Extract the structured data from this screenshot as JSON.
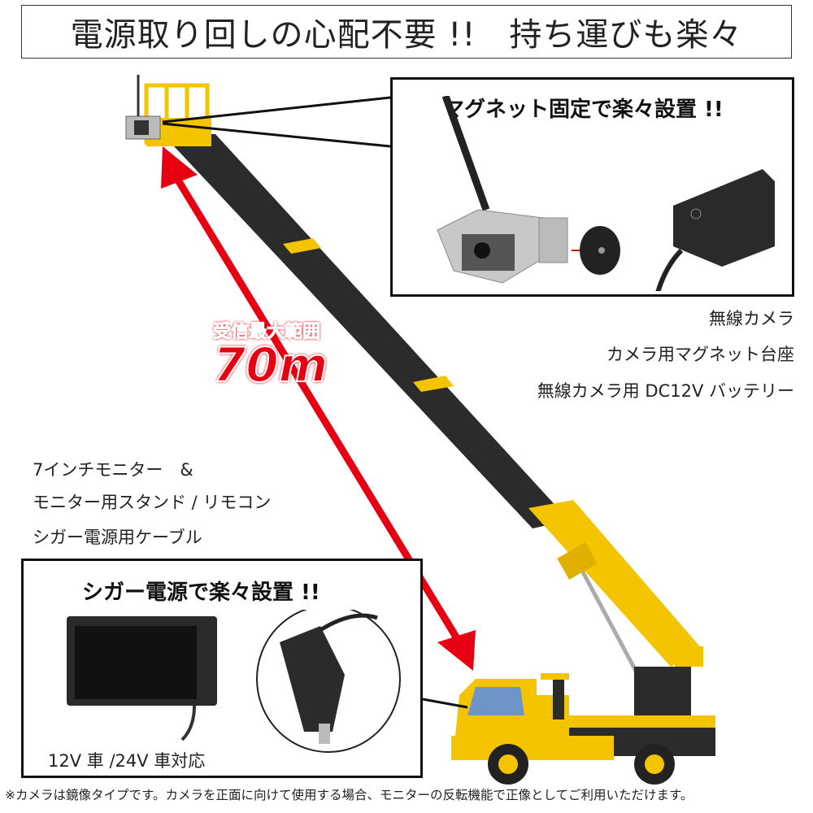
{
  "title": "電源取り回しの心配不要 !!　持ち運びも楽々",
  "camera_box": {
    "heading": "マグネット固定で楽々設置 !!"
  },
  "camera_items": [
    "無線カメラ",
    "カメラ用マグネット台座",
    "無線カメラ用 DC12V バッテリー"
  ],
  "range": {
    "label": "受信最大範囲",
    "value": "70m"
  },
  "monitor_items": [
    "7インチモニター　&",
    "モニター用スタンド / リモコン",
    "シガー電源用ケーブル"
  ],
  "monitor_box": {
    "heading": "シガー電源で楽々設置 !!",
    "compat": "12V 車 /24V 車対応"
  },
  "note": "※カメラは鏡像タイプです。カメラを正面に向けて使用する場合、モニターの反転機能で正像としてご利用いただけます。",
  "colors": {
    "arrow": "#e60012",
    "crane": "#f5c400",
    "boom": "#2b2b2b"
  }
}
